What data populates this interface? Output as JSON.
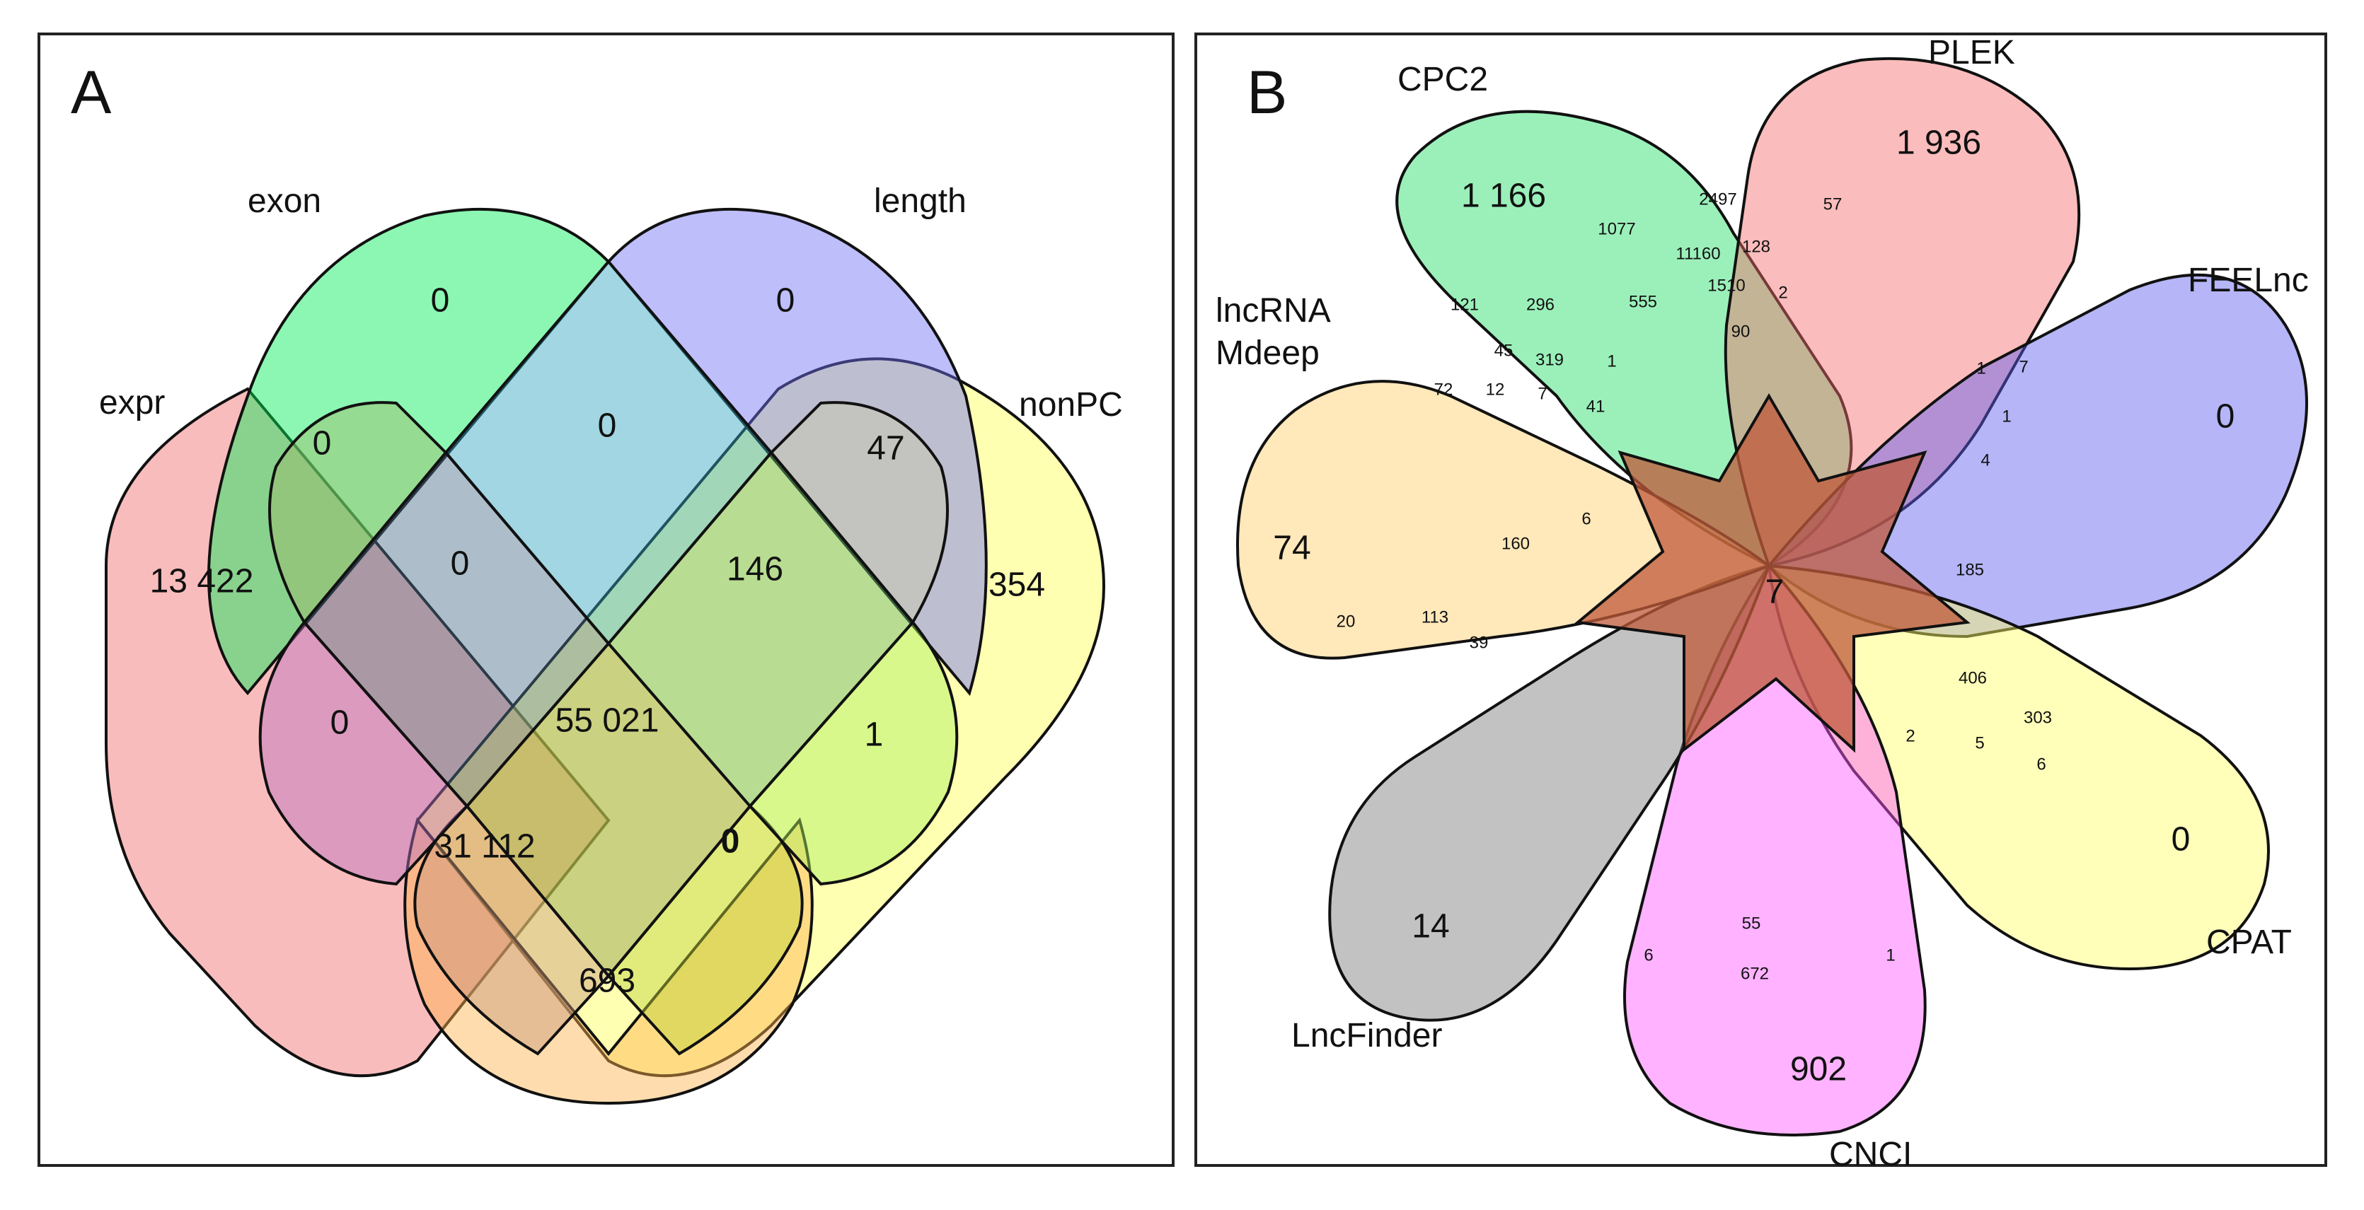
{
  "panel_a": {
    "letter": "A",
    "sets": {
      "exon": {
        "label": "exon",
        "color": "#00ee55"
      },
      "length": {
        "label": "length",
        "color": "#6f6ff7"
      },
      "expr": {
        "label": "expr",
        "color": "#f26b6b"
      },
      "nonPC": {
        "label": "nonPC",
        "color": "#ffff55"
      }
    },
    "regions": {
      "exon_only": "0",
      "length_only": "0",
      "expr_exon": "0",
      "exon_length": "0",
      "length_nonpc": "47",
      "expr_only": "13 422",
      "expr_exon_length": "0",
      "exon_length_nonpc": "146",
      "nonpc_only": "354",
      "expr_length": "0",
      "all_four": "55 021",
      "length_nonpc_b": "1",
      "expr_exon_nonpc": "31 112",
      "exon_nonpc": "0",
      "expr_nonpc": "693"
    }
  },
  "panel_b": {
    "letter": "B",
    "sets": {
      "cpc2": {
        "label": "CPC2",
        "color": "#22dd66"
      },
      "plek": {
        "label": "PLEK",
        "color": "#f56b6b"
      },
      "feelnc": {
        "label": "FEELnc",
        "color": "#5a5af0"
      },
      "cpat": {
        "label": "CPAT",
        "color": "#ffff66"
      },
      "cnci": {
        "label": "CNCI",
        "color": "#ff55ff"
      },
      "lncfinder": {
        "label": "LncFinder",
        "color": "#777777"
      },
      "lncrna_mdeep_line1": {
        "label": "lncRNA",
        "color": "#ffcc66"
      },
      "lncrna_mdeep_line2": {
        "label": "Mdeep"
      }
    },
    "regions": {
      "cpc2_only": "1 166",
      "plek_only": "1 936",
      "feelnc_only": "0",
      "cpat_only": "0",
      "cnci_only": "902",
      "lncfinder_only": "14",
      "mdeep_only": "74",
      "center": "7",
      "r2497": "2497",
      "r1077": "1077",
      "r57": "57",
      "r11160": "11160",
      "r128": "128",
      "r1510": "1510",
      "r2": "2",
      "r121": "121",
      "r296": "296",
      "r555": "555",
      "r90": "90",
      "r45": "45",
      "r319": "319",
      "r1a": "1",
      "r72": "72",
      "r12": "12",
      "r7a": "7",
      "r41": "41",
      "r1b": "1",
      "r7b": "7",
      "r1c": "1",
      "r4": "4",
      "r160": "160",
      "r6a": "6",
      "r185": "185",
      "r20": "20",
      "r113": "113",
      "r39": "39",
      "r406": "406",
      "r303": "303",
      "r2b": "2",
      "r5": "5",
      "r6b": "6",
      "r55": "55",
      "r672": "672",
      "r1d": "1",
      "r6c": "6"
    }
  }
}
